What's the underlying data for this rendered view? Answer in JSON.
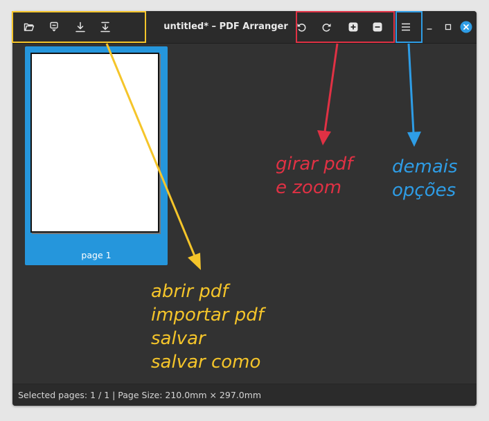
{
  "window": {
    "title": "untitled* – PDF Arranger",
    "left_toolbar": [
      {
        "name": "open-pdf",
        "icon": "folder-open-icon"
      },
      {
        "name": "import-pdf",
        "icon": "import-icon"
      },
      {
        "name": "save",
        "icon": "download-icon"
      },
      {
        "name": "save-as",
        "icon": "download-bar-icon"
      }
    ],
    "right_toolbar": [
      {
        "name": "rotate-left",
        "icon": "rotate-left-icon"
      },
      {
        "name": "rotate-right",
        "icon": "rotate-right-icon"
      },
      {
        "name": "zoom-in",
        "icon": "plus-box-icon"
      },
      {
        "name": "zoom-out",
        "icon": "minus-box-icon"
      },
      {
        "name": "main-menu",
        "icon": "hamburger-icon"
      }
    ],
    "window_controls": [
      "minimize-icon",
      "maximize-icon",
      "close-icon"
    ]
  },
  "pages": [
    {
      "label": "page 1",
      "selected": true
    }
  ],
  "status": {
    "text": "Selected pages: 1 / 1 | Page Size: 210.0mm × 297.0mm"
  },
  "annotations": {
    "file_ops": {
      "text": "abrir pdf\nimportar pdf\nsalvar\nsalvar como",
      "color": "#f5c52a"
    },
    "rotate_zoom": {
      "text": "girar pdf\ne zoom",
      "color": "#e03144"
    },
    "more_options": {
      "text": "demais\nopções",
      "color": "#2e9de6"
    }
  },
  "colors": {
    "window_bg": "#323232",
    "headerbar_bg": "#2b2b2b",
    "selection": "#2596dc",
    "close_button": "#2e9de6",
    "text_light": "#ebebeb"
  }
}
